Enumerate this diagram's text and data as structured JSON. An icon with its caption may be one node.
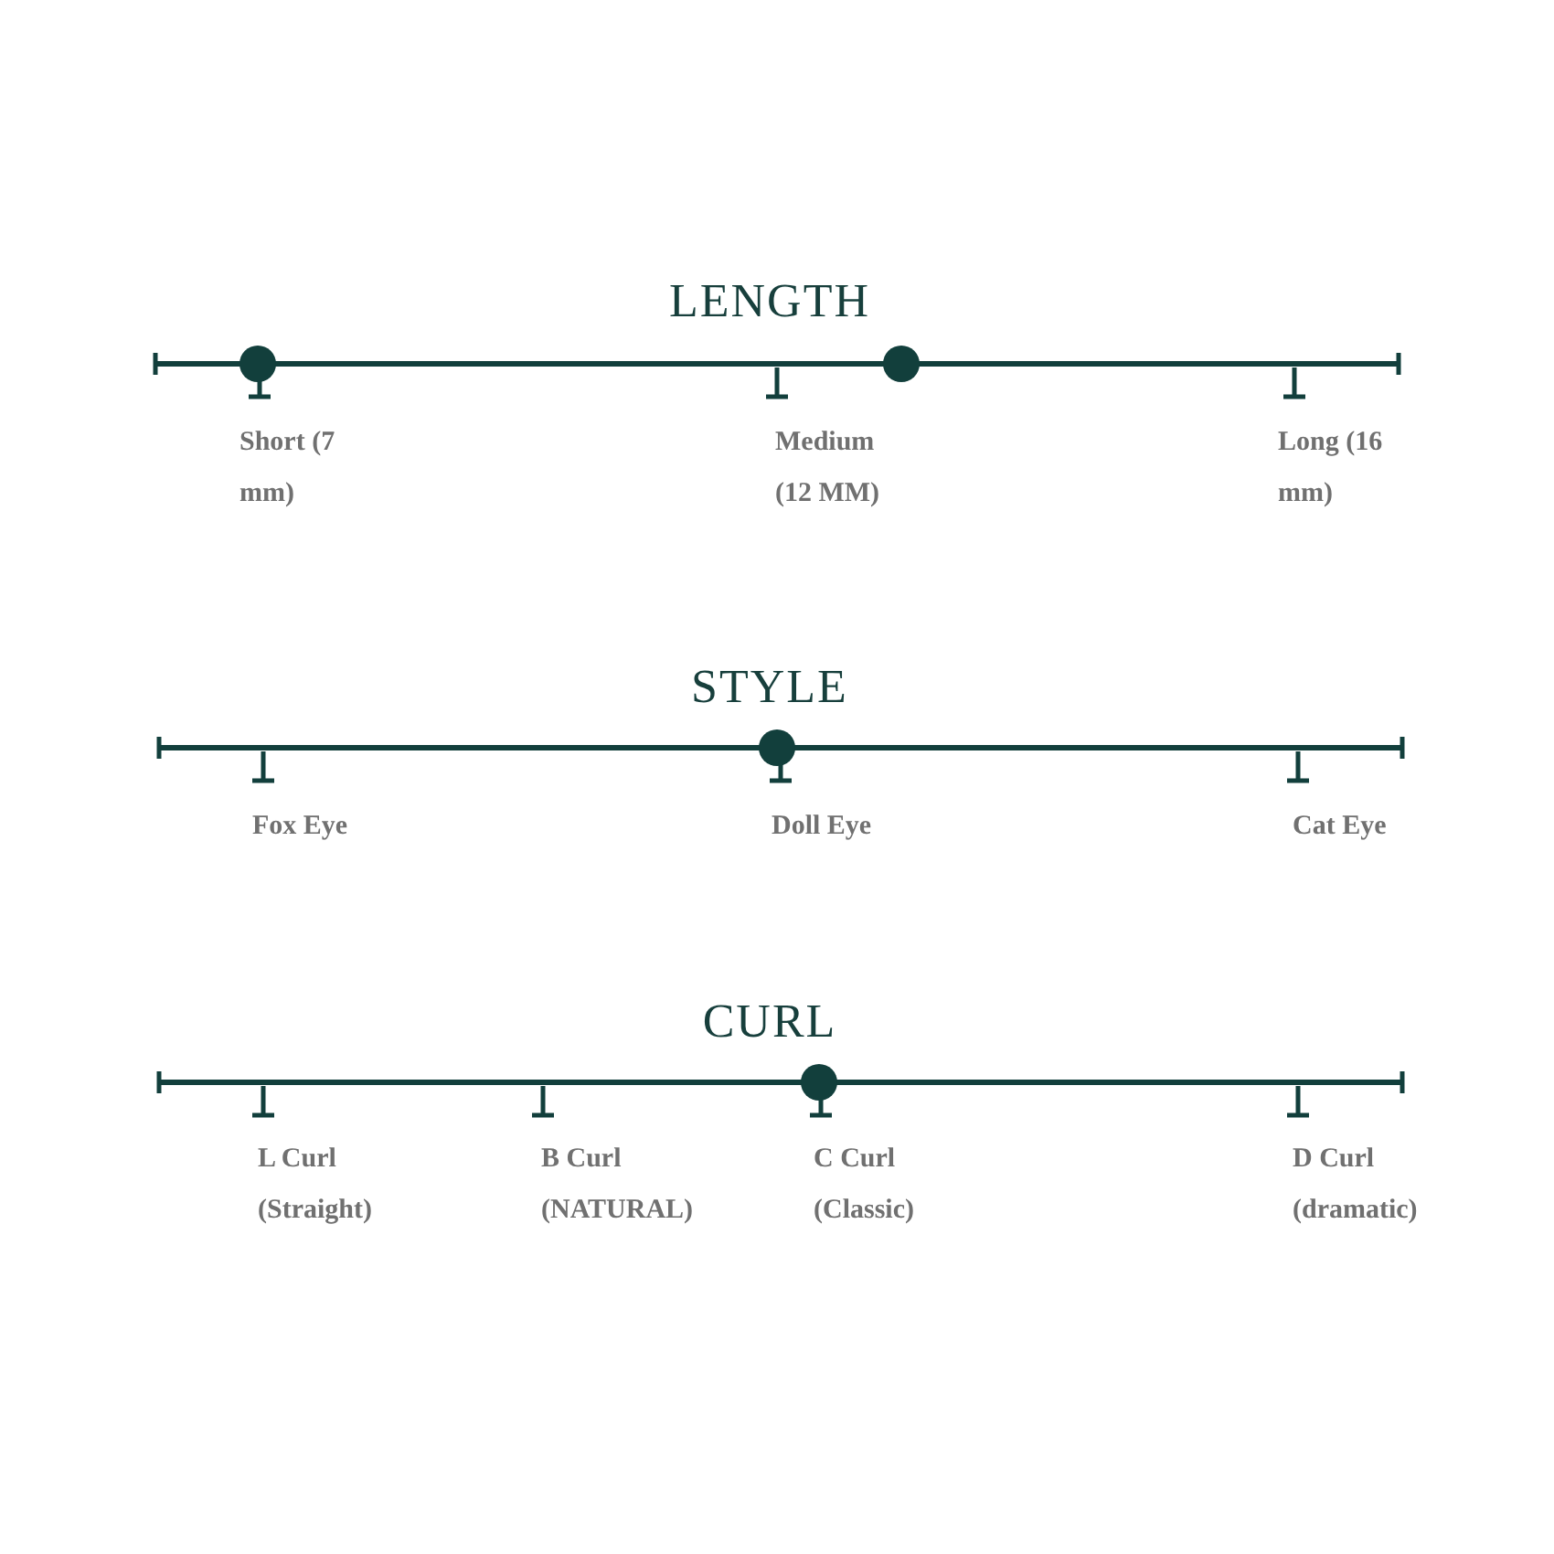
{
  "diagram": {
    "labels": [
      "LENGTH",
      "Short (7 mm)",
      "Medium (12 MM)",
      "Long (16 mm)",
      "STYLE",
      "Fox Eye",
      "Doll Eye",
      "Cat Eye",
      "CURL",
      "L Curl (Straight)",
      "B Curl (NATURAL)",
      "C Curl (Classic)",
      "D Curl (dramatic)"
    ]
  }
}
